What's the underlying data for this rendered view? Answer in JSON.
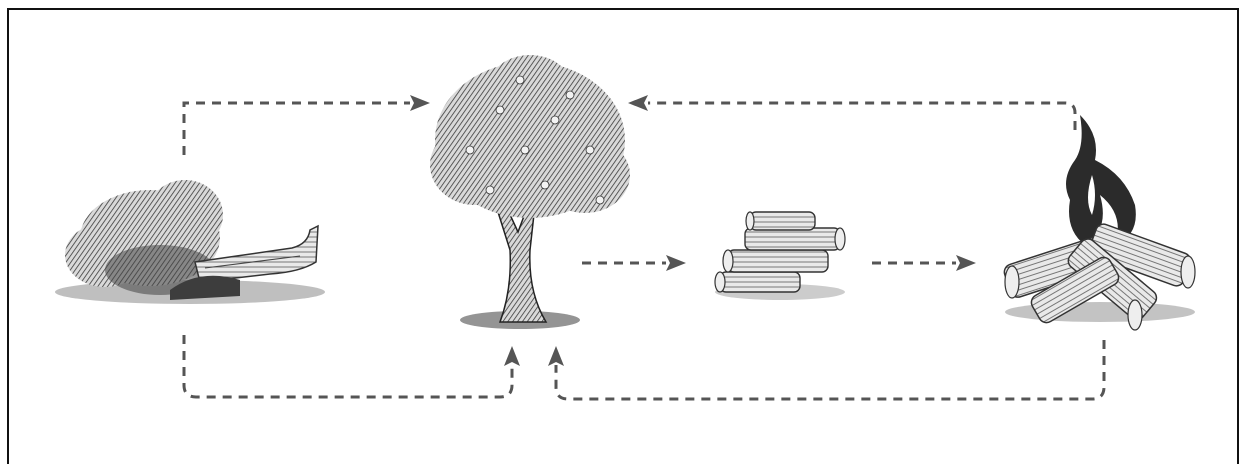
{
  "diagram": {
    "kind": "wood-life-cycle",
    "stages": [
      {
        "id": "fallen-tree",
        "icon": "fallen-tree-illustration"
      },
      {
        "id": "tree",
        "icon": "tree-illustration"
      },
      {
        "id": "logs",
        "icon": "cut-logs-illustration"
      },
      {
        "id": "fire",
        "icon": "bonfire-illustration"
      }
    ],
    "connections": [
      {
        "from": "fallen-tree",
        "to": "tree",
        "style": "dashed"
      },
      {
        "from": "fallen-tree",
        "to": "tree",
        "style": "dashed"
      },
      {
        "from": "tree",
        "to": "logs",
        "style": "dashed"
      },
      {
        "from": "logs",
        "to": "fire",
        "style": "dashed"
      },
      {
        "from": "fire",
        "to": "tree",
        "style": "dashed"
      },
      {
        "from": "fire",
        "to": "tree",
        "style": "dashed"
      }
    ],
    "colors": {
      "line": "#555555",
      "ink": "#2a2a2a",
      "frame": "#111111"
    }
  }
}
